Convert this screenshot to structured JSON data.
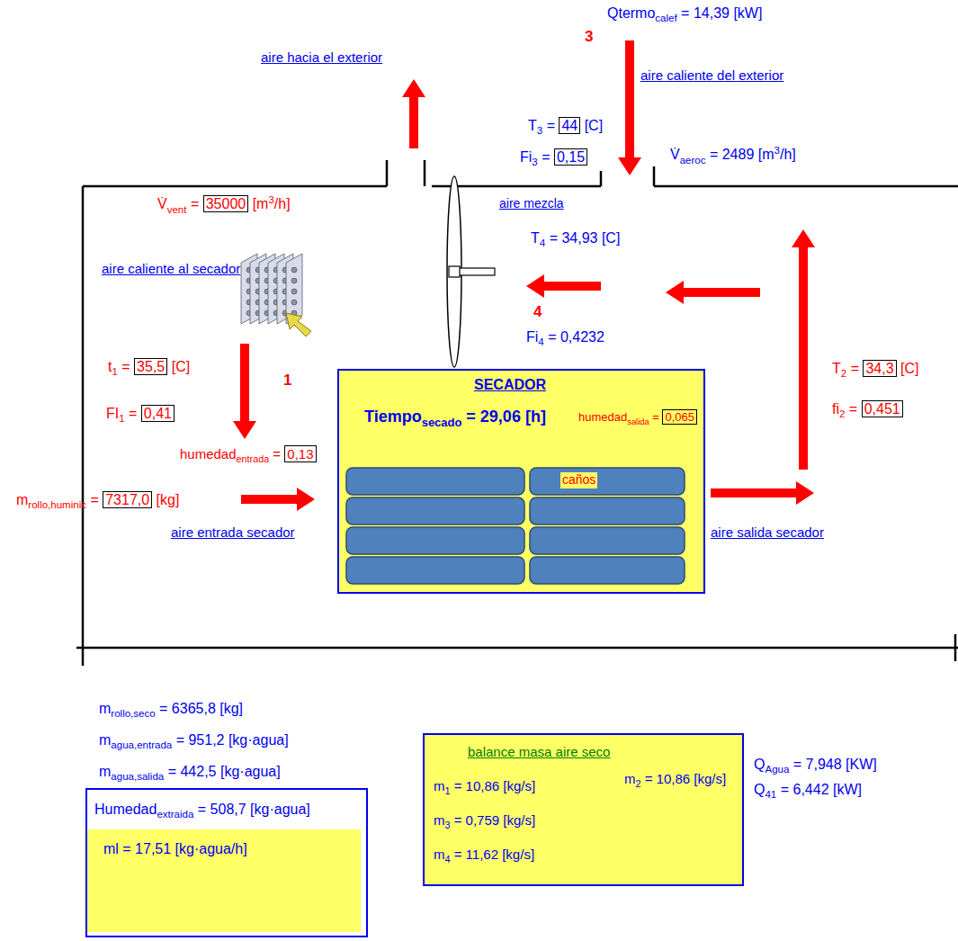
{
  "diagram": {
    "nodes": [
      {
        "text": [
          "SECADOR",
          "Tiemposecado = 29,06 [h]",
          "humedadsalida = 0,065",
          "caños"
        ]
      },
      {
        "text": [
          "Humedadextraida = 508,7 [kg·agua]"
        ]
      },
      {
        "text": [
          "ml = 17,51 [kg·agua/h]"
        ],
        "in": 1
      },
      {
        "text": [
          "balance masa aire seco",
          "m1 = 10,86 [kg/s]",
          "m3 = 0,759 [kg/s]",
          "m4 = 11,62 [kg/s]",
          "m2 = 10,86 [kg/s]"
        ]
      }
    ],
    "labels": [
      "Qtermocalef = 14,39 [kW]",
      "3",
      "aire hacia el exterior",
      "aire caliente del exterior",
      "T3 = 44 [C]",
      "Fi3 = 0,15",
      "V̇aeroc = 2489 [m3/h]",
      "V̇vent = 35000 [m3/h]",
      "aire mezcla",
      "T4 = 34,93 [C]",
      "aire caliente al secador",
      "4",
      "Fi4 = 0,4232",
      "t1 = 35,5 [C]",
      "1",
      "FI1 = 0,41",
      "T2 = 34,3 [C]",
      "fi2 = 0,451",
      "humedadentrada = 0,13",
      "mrollo,huminic = 7317,0 [kg]",
      "aire entrada secador",
      "aire salida secador",
      "mrollo,seco = 6365,8 [kg]",
      "magua,entrada = 951,2 [kg·agua]",
      "magua,salida = 442,5 [kg·agua]",
      "QAgua = 7,948 [KW]",
      "Q41 = 6,442 [kW]"
    ]
  }
}
